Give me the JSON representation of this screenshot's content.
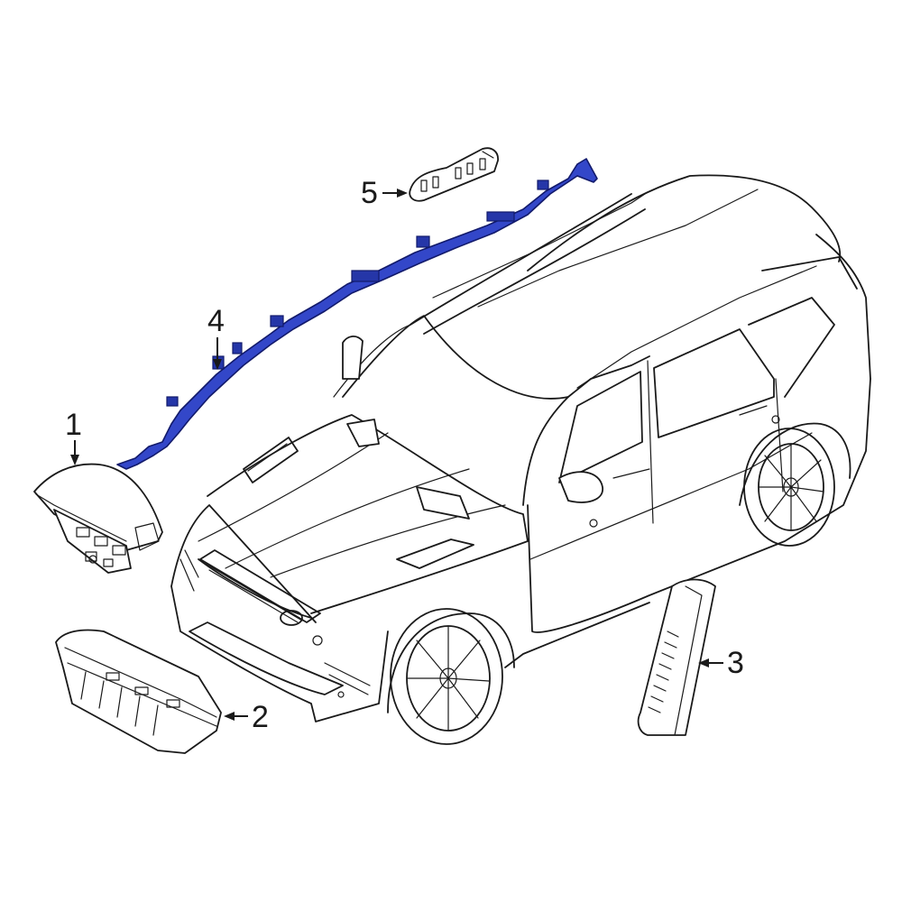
{
  "callouts": {
    "c1": "1",
    "c2": "2",
    "c3": "3",
    "c4": "4",
    "c5": "5"
  },
  "highlight_color": "#3347c9",
  "line_color": "#1a1a1a",
  "background_color": "#ffffff"
}
